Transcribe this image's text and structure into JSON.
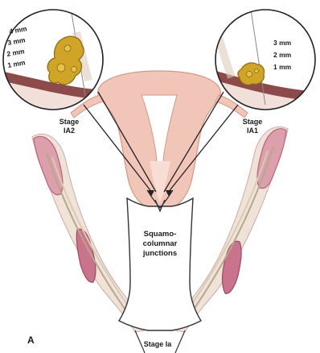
{
  "labels": {
    "left_stage": [
      "Stage",
      "IA2"
    ],
    "right_stage": [
      "Stage",
      "IA1"
    ],
    "left_depth": [
      "4 mm",
      "3 mm",
      "2 mm",
      "1 mm"
    ],
    "right_depth": [
      "3 mm",
      "2 mm",
      "1 mm"
    ],
    "junction": [
      "Squamo-",
      "columnar",
      "junctions"
    ],
    "panel": "A",
    "bottom_partial": "Stage Ia"
  },
  "colors": {
    "uterus_fill": "#f2c5b9",
    "uterus_inner": "#f7ddd4",
    "ligament_fill": "#dca0ad",
    "ligament_dark": "#b9607a",
    "tissue_band": "#8c4a4a",
    "tumor_fill": "#cfa428",
    "tumor_dark": "#8a6a12",
    "line": "#222222"
  }
}
